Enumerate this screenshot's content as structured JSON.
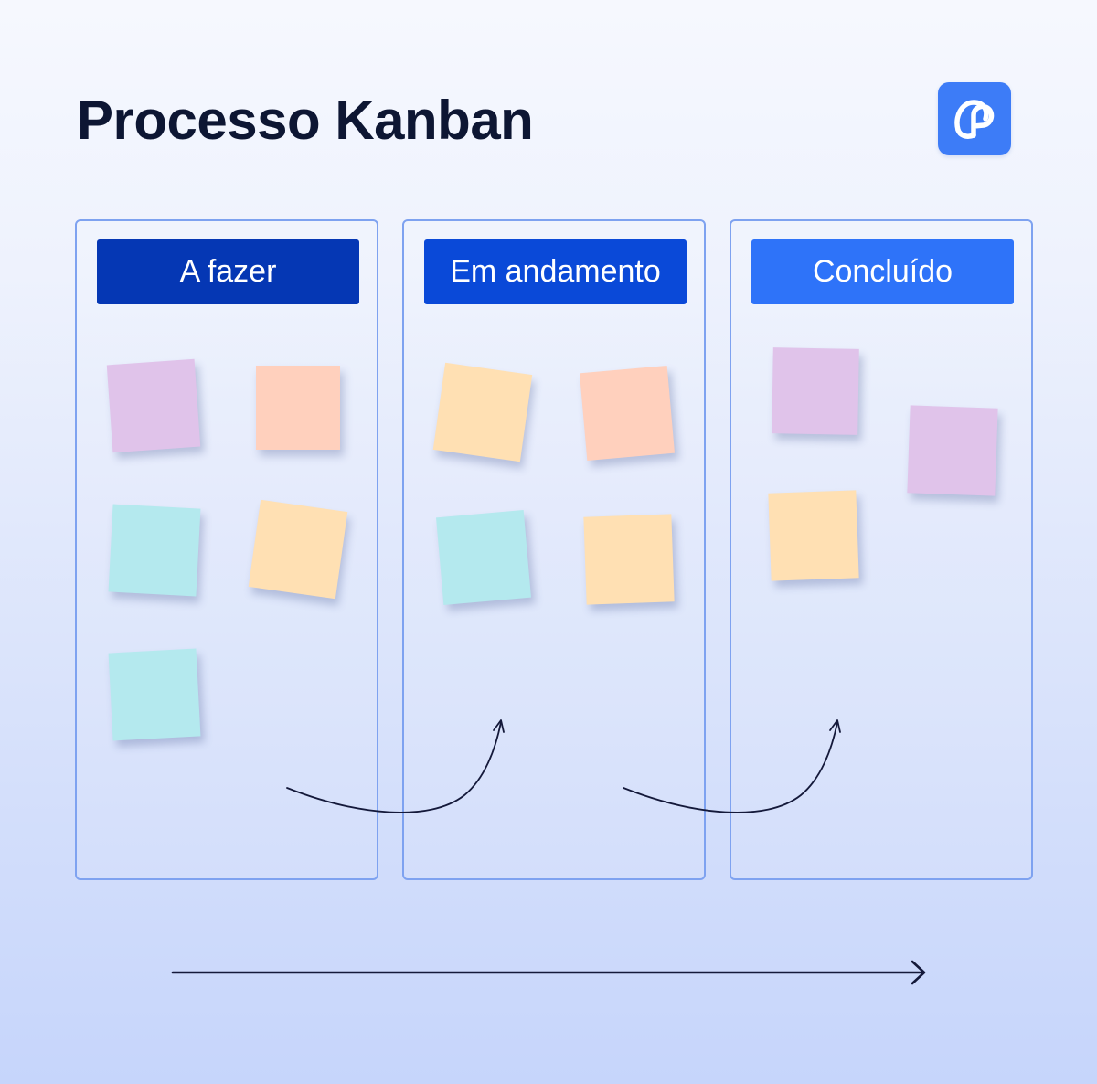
{
  "title": "Processo Kanban",
  "logo": {
    "icon": "brand-logo-icon",
    "color": "#3d7cf7"
  },
  "columns": [
    {
      "label": "A fazer",
      "header_color": "#0537b4"
    },
    {
      "label": "Em andamento",
      "header_color": "#0a49d8"
    },
    {
      "label": "Concluído",
      "header_color": "#2e73f9"
    }
  ],
  "note_colors": {
    "lilac": "#e0c3ea",
    "peach": "#ffd0bd",
    "cyan": "#b4e9ee",
    "yellow": "#ffe0b3"
  },
  "notes": {
    "todo": [
      "lilac",
      "peach",
      "cyan",
      "yellow",
      "cyan"
    ],
    "in_progress": [
      "yellow",
      "peach",
      "cyan",
      "yellow"
    ],
    "done": [
      "lilac",
      "lilac",
      "yellow"
    ]
  }
}
